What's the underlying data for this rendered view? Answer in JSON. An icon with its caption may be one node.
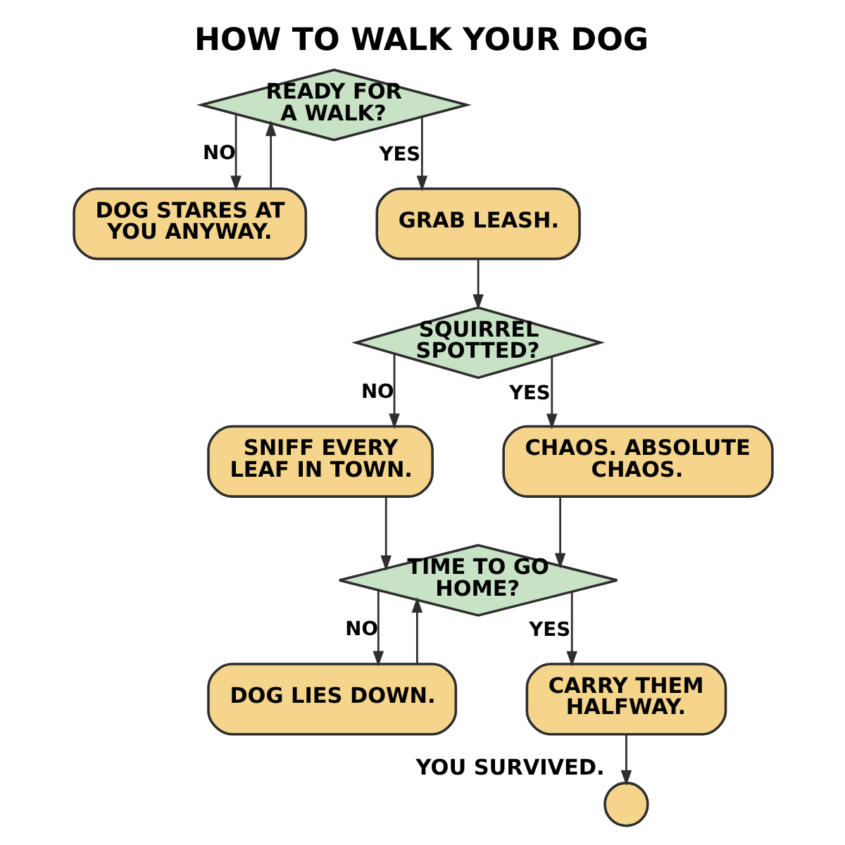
{
  "diagram": {
    "title": "HOW TO WALK YOUR DOG",
    "nodes": [
      {
        "text": [
          "READY FOR A WALK?"
        ]
      },
      {
        "text": [
          "DOG STARES AT YOU ANYWAY."
        ]
      },
      {
        "text": [
          "GRAB LEASH."
        ]
      },
      {
        "text": [
          "SQUIRREL SPOTTED?"
        ]
      },
      {
        "text": [
          "SNIFF EVERY LEAF IN TOWN."
        ]
      },
      {
        "text": [
          "CHAOS. ABSOLUTE CHAOS."
        ]
      },
      {
        "text": [
          "TIME TO GO HOME?"
        ]
      },
      {
        "text": [
          "DOG LIES DOWN."
        ]
      },
      {
        "text": [
          "CARRY THEM HALFWAY."
        ]
      },
      {
        "text": [],
        "shape": "circle",
        "beside": [
          "YOU SURVIVED."
        ]
      }
    ],
    "edges": [
      {
        "from": 0,
        "to": 1,
        "label": "NO",
        "arrow": "to"
      },
      {
        "from": 0,
        "to": 2,
        "label": "YES",
        "arrow": "to"
      },
      {
        "from": 1,
        "to": 0,
        "arrow": "to"
      },
      {
        "from": 2,
        "to": 3,
        "arrow": "to"
      },
      {
        "from": 3,
        "to": 4,
        "label": "NO",
        "arrow": "to"
      },
      {
        "from": 3,
        "to": 5,
        "label": "YES",
        "arrow": "to"
      },
      {
        "from": 4,
        "to": 6,
        "arrow": "to"
      },
      {
        "from": 5,
        "to": 6,
        "arrow": "to"
      },
      {
        "from": 6,
        "to": 7,
        "label": "NO",
        "arrow": "to"
      },
      {
        "from": 6,
        "to": 8,
        "label": "YES",
        "arrow": "to"
      },
      {
        "from": 7,
        "to": 6,
        "arrow": "to"
      },
      {
        "from": 8,
        "to": 9,
        "arrow": "to"
      }
    ]
  }
}
